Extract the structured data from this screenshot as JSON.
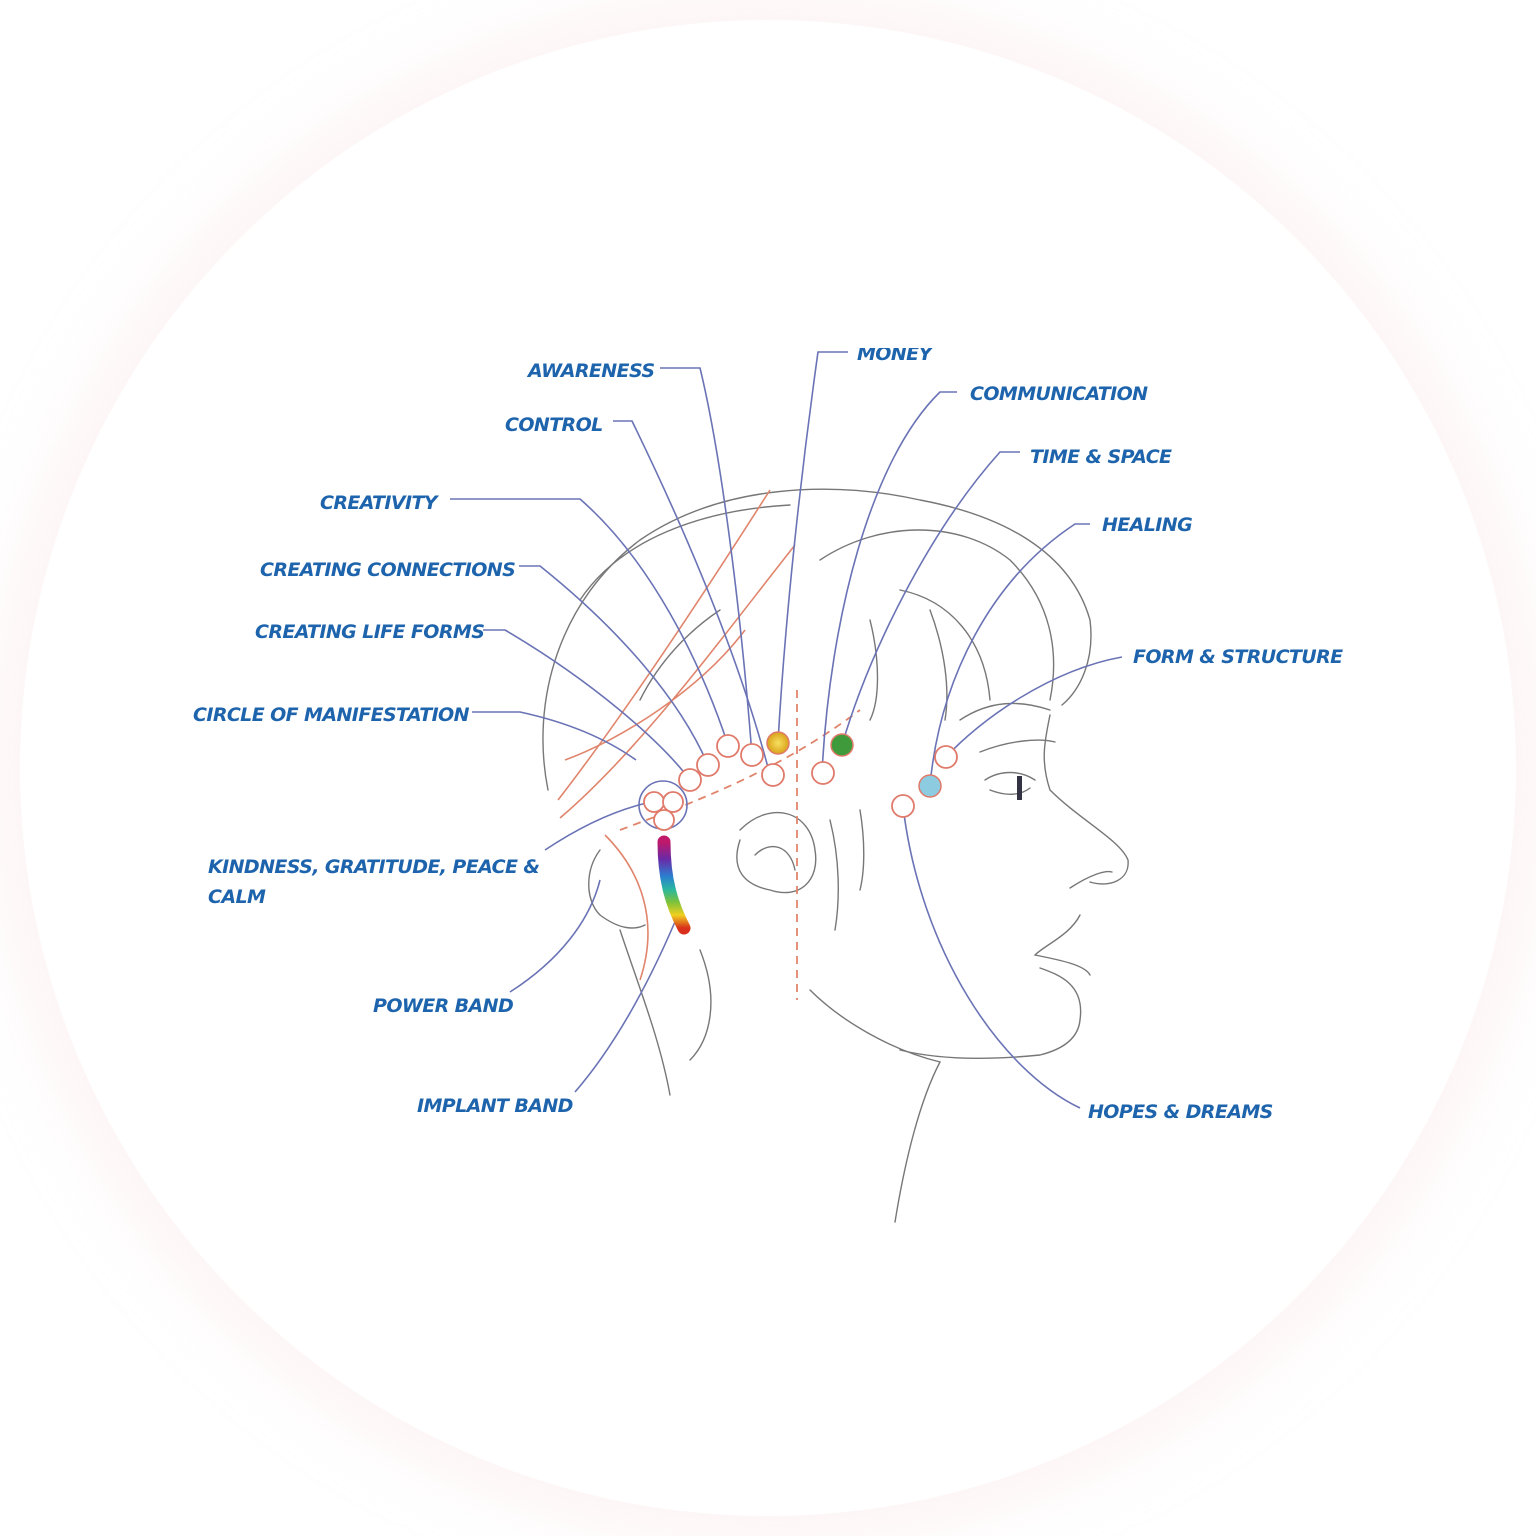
{
  "labels": {
    "awareness": "AWARENESS",
    "control": "CONTROL",
    "money": "MONEY",
    "communication": "COMMUNICATION",
    "time_space": "TIME & SPACE",
    "healing": "HEALING",
    "creativity": "CREATIVITY",
    "creating_connections": "CREATING CONNECTIONS",
    "creating_life_forms": "CREATING LIFE FORMS",
    "circle_of_manifestation": "CIRCLE OF MANIFESTATION",
    "form_structure": "FORM & STRUCTURE",
    "kindness_line1": "KINDNESS, GRATITUDE, PEACE &",
    "kindness_line2": "CALM",
    "power_band": "POWER BAND",
    "implant_band": "IMPLANT BAND",
    "hopes_dreams": "HOPES & DREAMS"
  },
  "colors": {
    "label": "#1d64ad",
    "leader": "#6a73b5",
    "point_outline": "#e07a6a",
    "money_point": "#e8c21e",
    "time_space_point": "#3f9a3c",
    "healing_point": "#8ccbe0"
  }
}
